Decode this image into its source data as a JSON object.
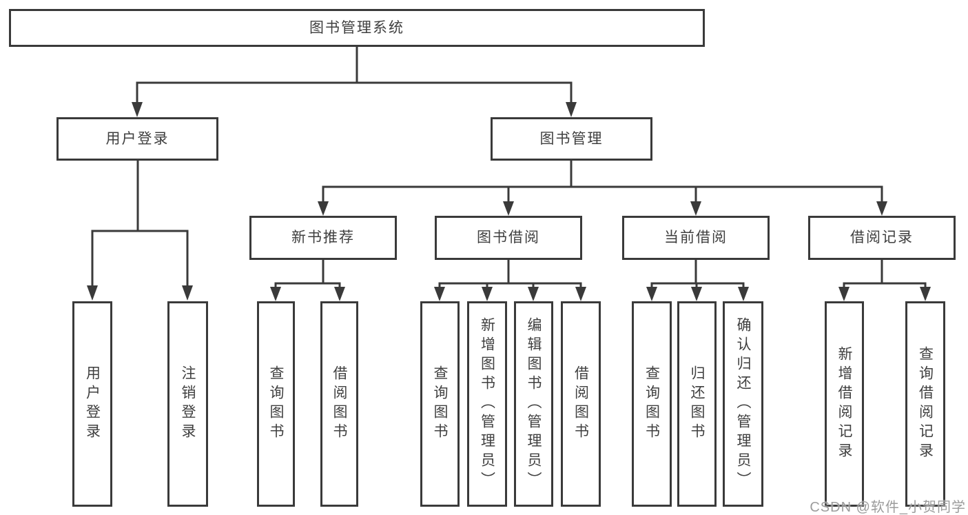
{
  "diagram": {
    "root": {
      "label": "图书管理系统"
    },
    "level2": [
      {
        "label": "用户登录"
      },
      {
        "label": "图书管理"
      }
    ],
    "level3": [
      {
        "label": "新书推荐"
      },
      {
        "label": "图书借阅"
      },
      {
        "label": "当前借阅"
      },
      {
        "label": "借阅记录"
      }
    ],
    "leaves": [
      {
        "label": "用户登录"
      },
      {
        "label": "注销登录"
      },
      {
        "label": "查询图书"
      },
      {
        "label": "借阅图书"
      },
      {
        "label": "查询图书"
      },
      {
        "label": "新增图书（管理员）"
      },
      {
        "label": "编辑图书（管理员）"
      },
      {
        "label": "借阅图书"
      },
      {
        "label": "查询图书"
      },
      {
        "label": "归还图书"
      },
      {
        "label": "确认归还（管理员）"
      },
      {
        "label": "新增借阅记录"
      },
      {
        "label": "查询借阅记录"
      }
    ]
  },
  "watermark": {
    "text": "CSDN @软件_小贺同学"
  },
  "colors": {
    "line": "#3a3a3a",
    "text": "#3f3f3f",
    "background": "#ffffff",
    "watermark": "#949494"
  }
}
